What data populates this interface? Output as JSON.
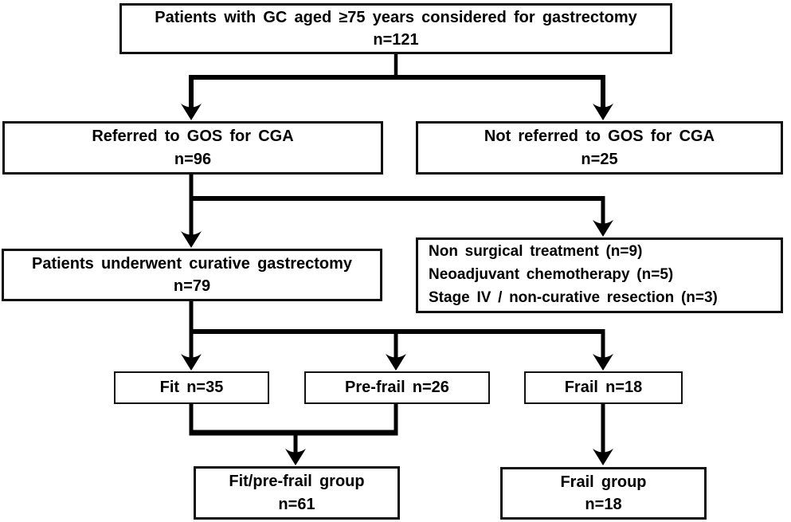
{
  "flowchart": {
    "boxes": {
      "considered": {
        "label": "Patients with GC aged ≥75 years considered for gastrectomy",
        "count": "n=121"
      },
      "referred": {
        "label": "Referred to GOS for CGA",
        "count": "n=96"
      },
      "not_referred": {
        "label": "Not referred to GOS for CGA",
        "count": "n=25"
      },
      "curative": {
        "label": "Patients underwent curative gastrectomy",
        "count": "n=79"
      },
      "excluded": {
        "lines": [
          "Non surgical treatment (n=9)",
          "Neoadjuvant chemotherapy (n=5)",
          "Stage IV / non-curative resection (n=3)"
        ]
      },
      "fit": {
        "label": "Fit n=35"
      },
      "prefrail": {
        "label": "Pre-frail n=26"
      },
      "frail": {
        "label": "Frail n=18"
      },
      "fit_prefrail_group": {
        "label": "Fit/pre-frail group",
        "count": "n=61"
      },
      "frail_group": {
        "label": "Frail group",
        "count": "n=18"
      }
    },
    "colors": {
      "line": "#000000",
      "border": "#111111",
      "background": "#ffffff",
      "text": "#000000"
    }
  }
}
